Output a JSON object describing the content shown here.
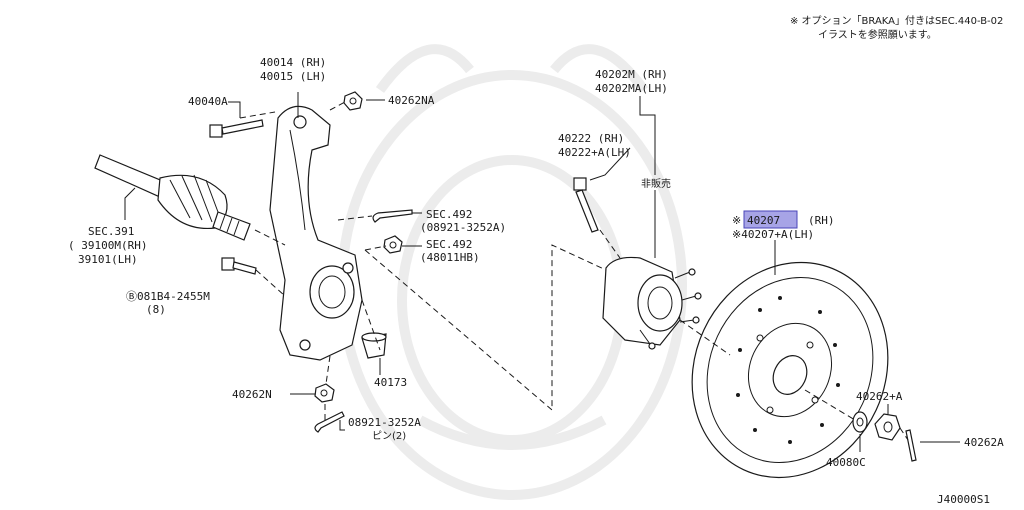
{
  "note": {
    "line1": "※ オプション「BRAKA」付きはSEC.440-B-02",
    "line2": "イラストを参照願います。"
  },
  "labels": {
    "knuckle_rh": "40014 (RH)",
    "knuckle_lh": "40015 (LH)",
    "bolt_40040a": "40040A",
    "nut_40262na": "40262NA",
    "sec391": "SEC.391",
    "shaft_rh": "( 39100M(RH)",
    "shaft_lh": "39101(LH)",
    "bolt_081b4": "Ⓑ081B4-2455M",
    "bolt_qty": "(8)",
    "sec492_a": "SEC.492",
    "pin_08921a": "(08921-3252A)",
    "sec492_b": "SEC.492",
    "nut_48011hb": "(48011HB)",
    "hub_rh": "40202M (RH)",
    "hub_lh": "40202MA(LH)",
    "bolt_rh": "40222   (RH)",
    "bolt_lh": "40222+A(LH)",
    "not_sold": "非販売",
    "rotor_rh_num": "40207",
    "rotor_rh_side": "(RH)",
    "rotor_lh": "※40207+A(LH)",
    "rotor_mark": "※",
    "bushing_40173": "40173",
    "nut_40262n": "40262N",
    "pin_08921": "08921-3252A",
    "pin_qty": "ピン(2)",
    "nut_40262a_plus": "40262+A",
    "pin_40262a": "40262A",
    "washer_40080c": "40080C",
    "diagram_code": "J40000S1"
  },
  "colors": {
    "highlight_fill": "#a7a4e6",
    "highlight_stroke": "#4a45b8",
    "ink": "#1a1a1a",
    "watermark": "#ececec"
  }
}
